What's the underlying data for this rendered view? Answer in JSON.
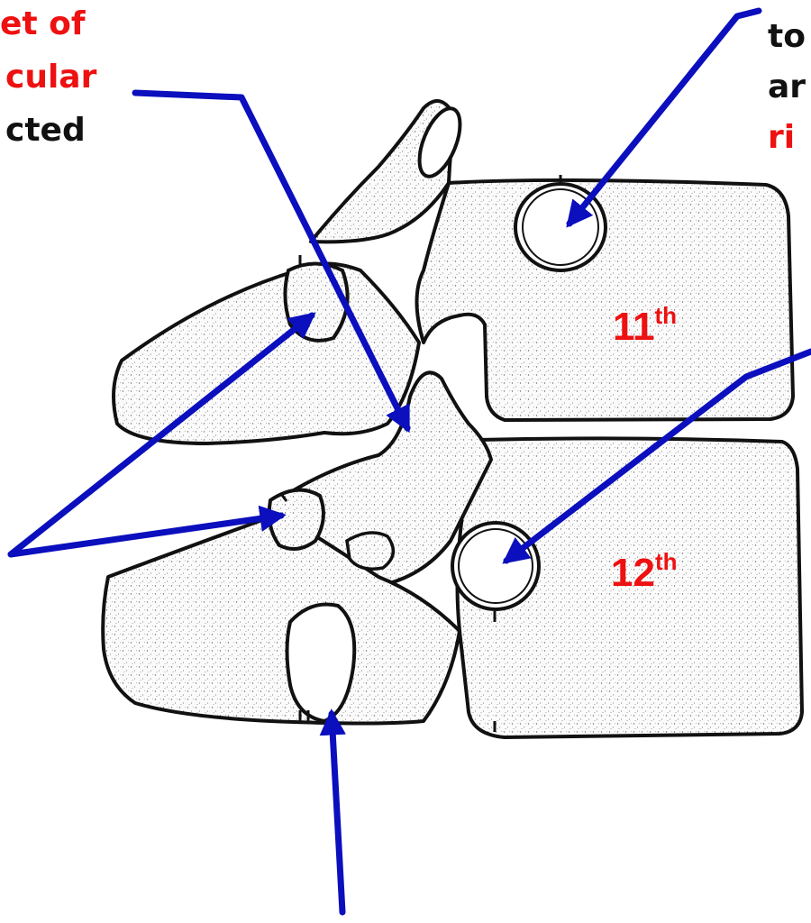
{
  "labels": {
    "top_left": [
      "et of",
      "cular",
      "cted"
    ],
    "top_right": [
      "to",
      "ar",
      "ri"
    ]
  },
  "vertebrae": [
    {
      "base": "11",
      "suffix": "th"
    },
    {
      "base": "12",
      "suffix": "th"
    }
  ],
  "colors": {
    "arrow": "#0b0fbd",
    "label_red": "#ee1111",
    "label_black": "#111111",
    "outline": "#111111"
  }
}
